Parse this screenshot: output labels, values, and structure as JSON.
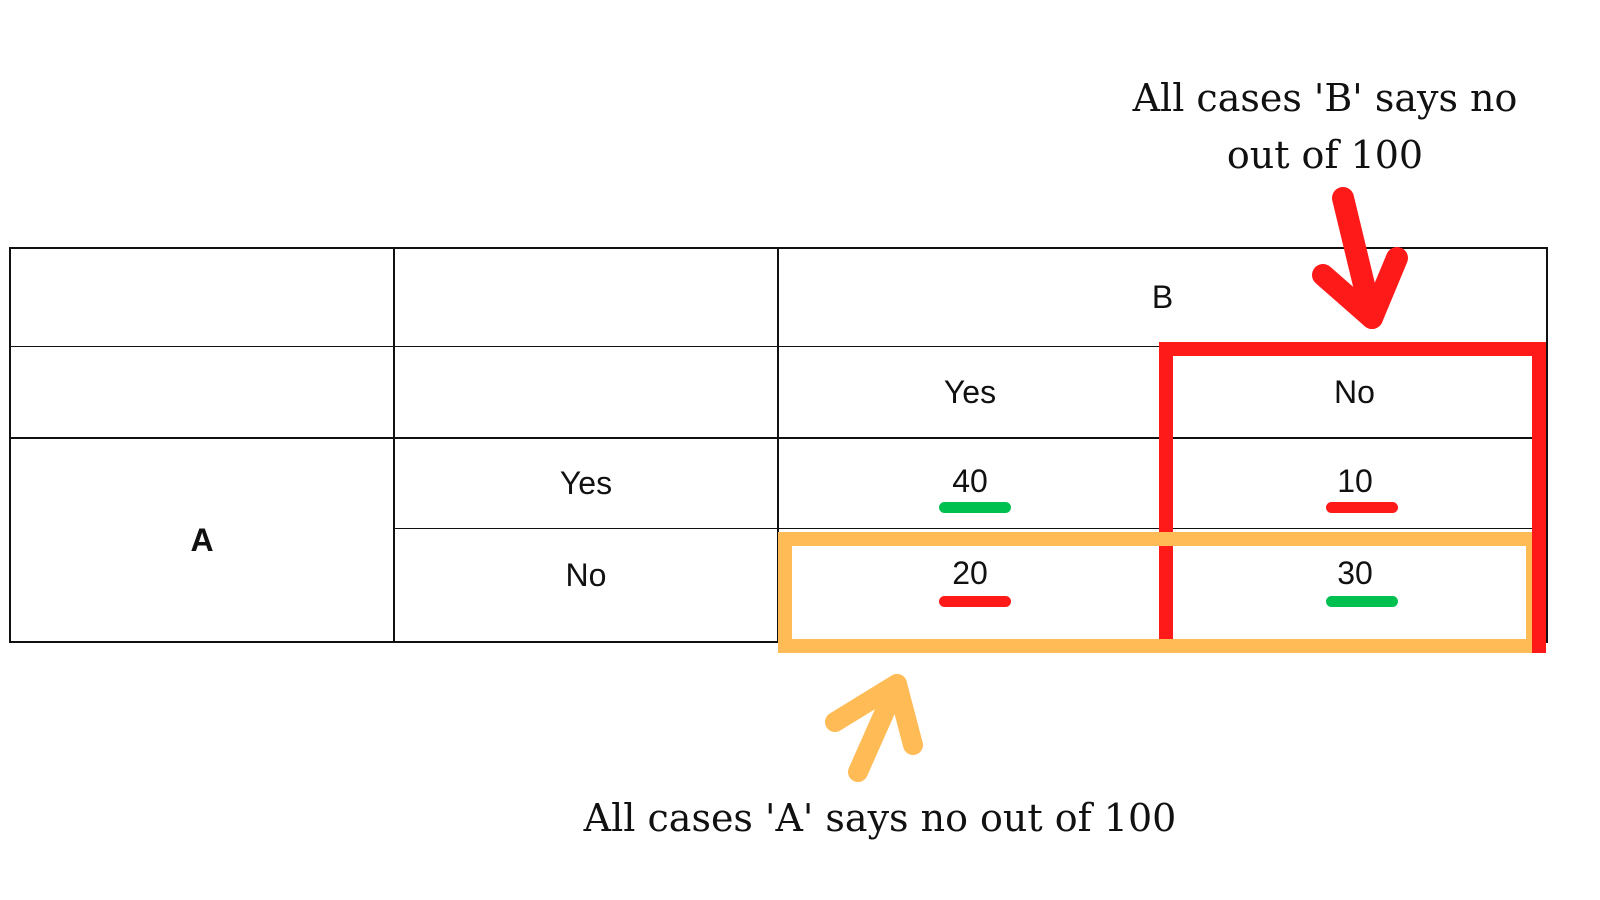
{
  "annotations": {
    "top_right": "All cases 'B' says no out of 100",
    "bottom": "All cases 'A' says no out of 100"
  },
  "table": {
    "col_header_group": "B",
    "col_headers": [
      "Yes",
      "No"
    ],
    "row_header_group": "A",
    "row_headers": [
      "Yes",
      "No"
    ],
    "cells": [
      {
        "row": "Yes",
        "col": "Yes",
        "value": "40",
        "mark": "green"
      },
      {
        "row": "Yes",
        "col": "No",
        "value": "10",
        "mark": "red"
      },
      {
        "row": "No",
        "col": "Yes",
        "value": "20",
        "mark": "red"
      },
      {
        "row": "No",
        "col": "No",
        "value": "30",
        "mark": "green"
      }
    ]
  },
  "highlights": {
    "b_no_column": {
      "color": "#ff1a1a",
      "label": "All cases 'B' says no out of 100"
    },
    "a_no_row": {
      "color": "#ffbb55",
      "label": "All cases 'A' says no out of 100"
    }
  },
  "colors": {
    "green_mark": "#00c050",
    "red_mark": "#ff1a1a",
    "orange": "#ffbb55",
    "grid": "#111111"
  }
}
